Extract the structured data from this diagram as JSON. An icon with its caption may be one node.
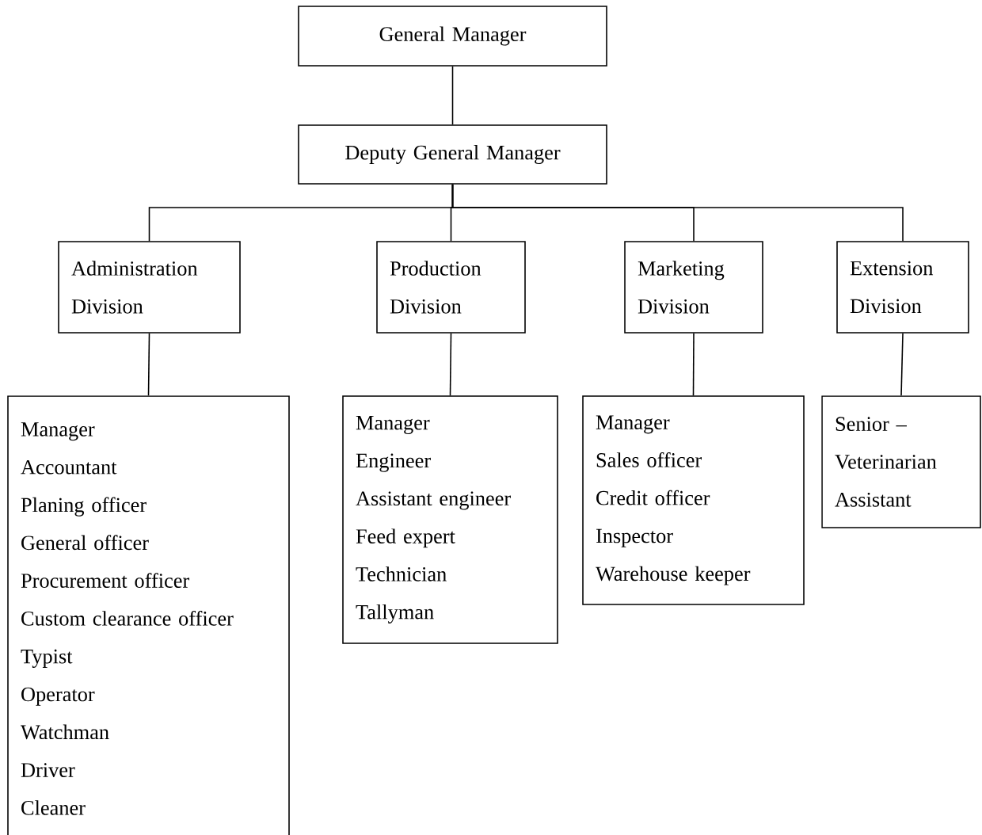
{
  "diagram": {
    "nodes": [
      {
        "text": [
          "General Manager"
        ]
      },
      {
        "text": [
          "Deputy General Manager"
        ]
      },
      {
        "text": [
          "Administration Division"
        ]
      },
      {
        "text": [
          "Production Division"
        ]
      },
      {
        "text": [
          "Marketing Division"
        ]
      },
      {
        "text": [
          "Extension Division"
        ]
      },
      {
        "text": [
          "Manager",
          "Accountant",
          "Planing officer",
          "General officer",
          "Procurement officer",
          "Custom clearance officer",
          "Typist",
          "Operator",
          "Watchman",
          "Driver",
          "Cleaner"
        ]
      },
      {
        "text": [
          "Manager",
          "Engineer",
          "Assistant engineer",
          "Feed expert",
          "Technician",
          "Tallyman"
        ]
      },
      {
        "text": [
          "Manager",
          "Sales officer",
          "Credit officer",
          "Inspector",
          "Warehouse keeper"
        ]
      },
      {
        "text": [
          "Senior –",
          "Veterinarian",
          "Assistant"
        ]
      }
    ],
    "edges": [
      {
        "from": 0,
        "to": 1,
        "arrow": "none"
      },
      {
        "from": 1,
        "to": 2,
        "arrow": "none"
      },
      {
        "from": 1,
        "to": 3,
        "arrow": "none"
      },
      {
        "from": 1,
        "to": 4,
        "arrow": "none"
      },
      {
        "from": 1,
        "to": 5,
        "arrow": "none"
      },
      {
        "from": 2,
        "to": 6,
        "arrow": "none"
      },
      {
        "from": 3,
        "to": 7,
        "arrow": "none"
      },
      {
        "from": 4,
        "to": 8,
        "arrow": "none"
      },
      {
        "from": 5,
        "to": 9,
        "arrow": "none"
      }
    ]
  }
}
